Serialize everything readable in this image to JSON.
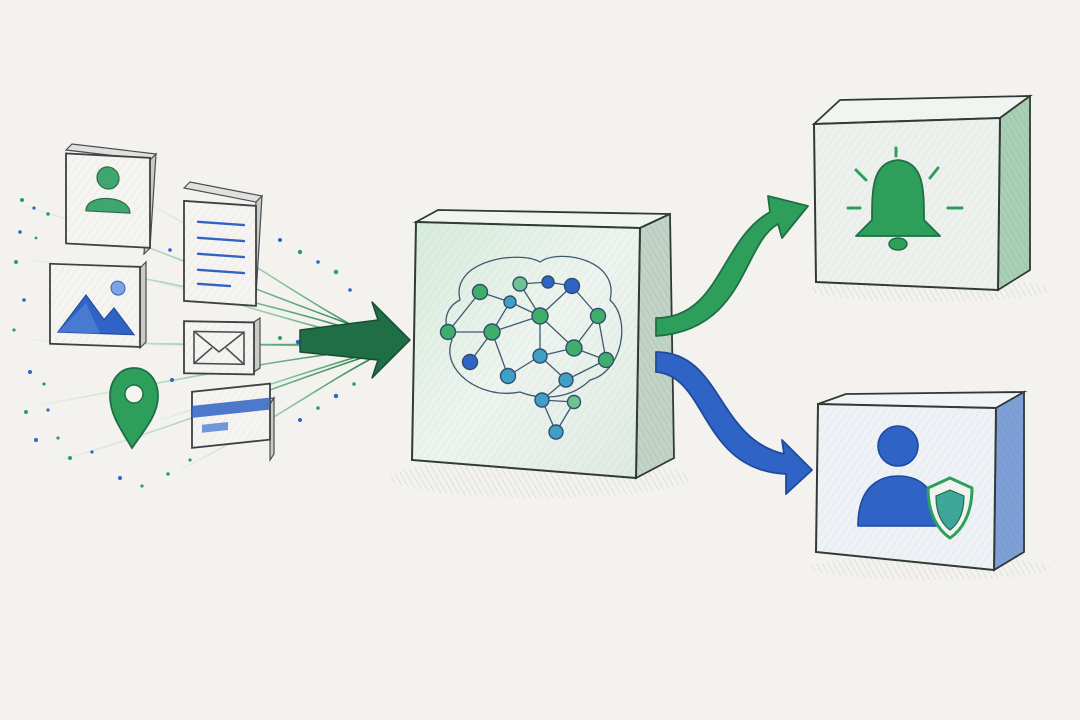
{
  "colors": {
    "paper": "#f3f2ee",
    "ink": "#4a4d52",
    "green": "#2e9e5b",
    "green_light": "#8fd4a8",
    "green_dark": "#1f6e45",
    "blue": "#2f63c6",
    "blue_light": "#9db8ea",
    "teal": "#3fa69a",
    "box_face": "#e6eee8",
    "box_side": "#c9d8cd",
    "box_top": "#f2f6f2"
  },
  "diagram": {
    "inputs": [
      {
        "name": "user-profile-card",
        "icon": "user-icon"
      },
      {
        "name": "document-card",
        "icon": "document-icon"
      },
      {
        "name": "image-card",
        "icon": "landscape-image-icon"
      },
      {
        "name": "email-card",
        "icon": "envelope-icon"
      },
      {
        "name": "location-marker",
        "icon": "map-pin-icon"
      },
      {
        "name": "payment-card",
        "icon": "credit-card-icon"
      }
    ],
    "processor": {
      "name": "processing-cube",
      "icon": "neural-network-brain-icon"
    },
    "outputs": [
      {
        "name": "alert-output-box",
        "icon": "bell-icon",
        "color": "green"
      },
      {
        "name": "protected-user-output-box",
        "icon": "user-shield-icon",
        "color": "blue"
      }
    ]
  }
}
